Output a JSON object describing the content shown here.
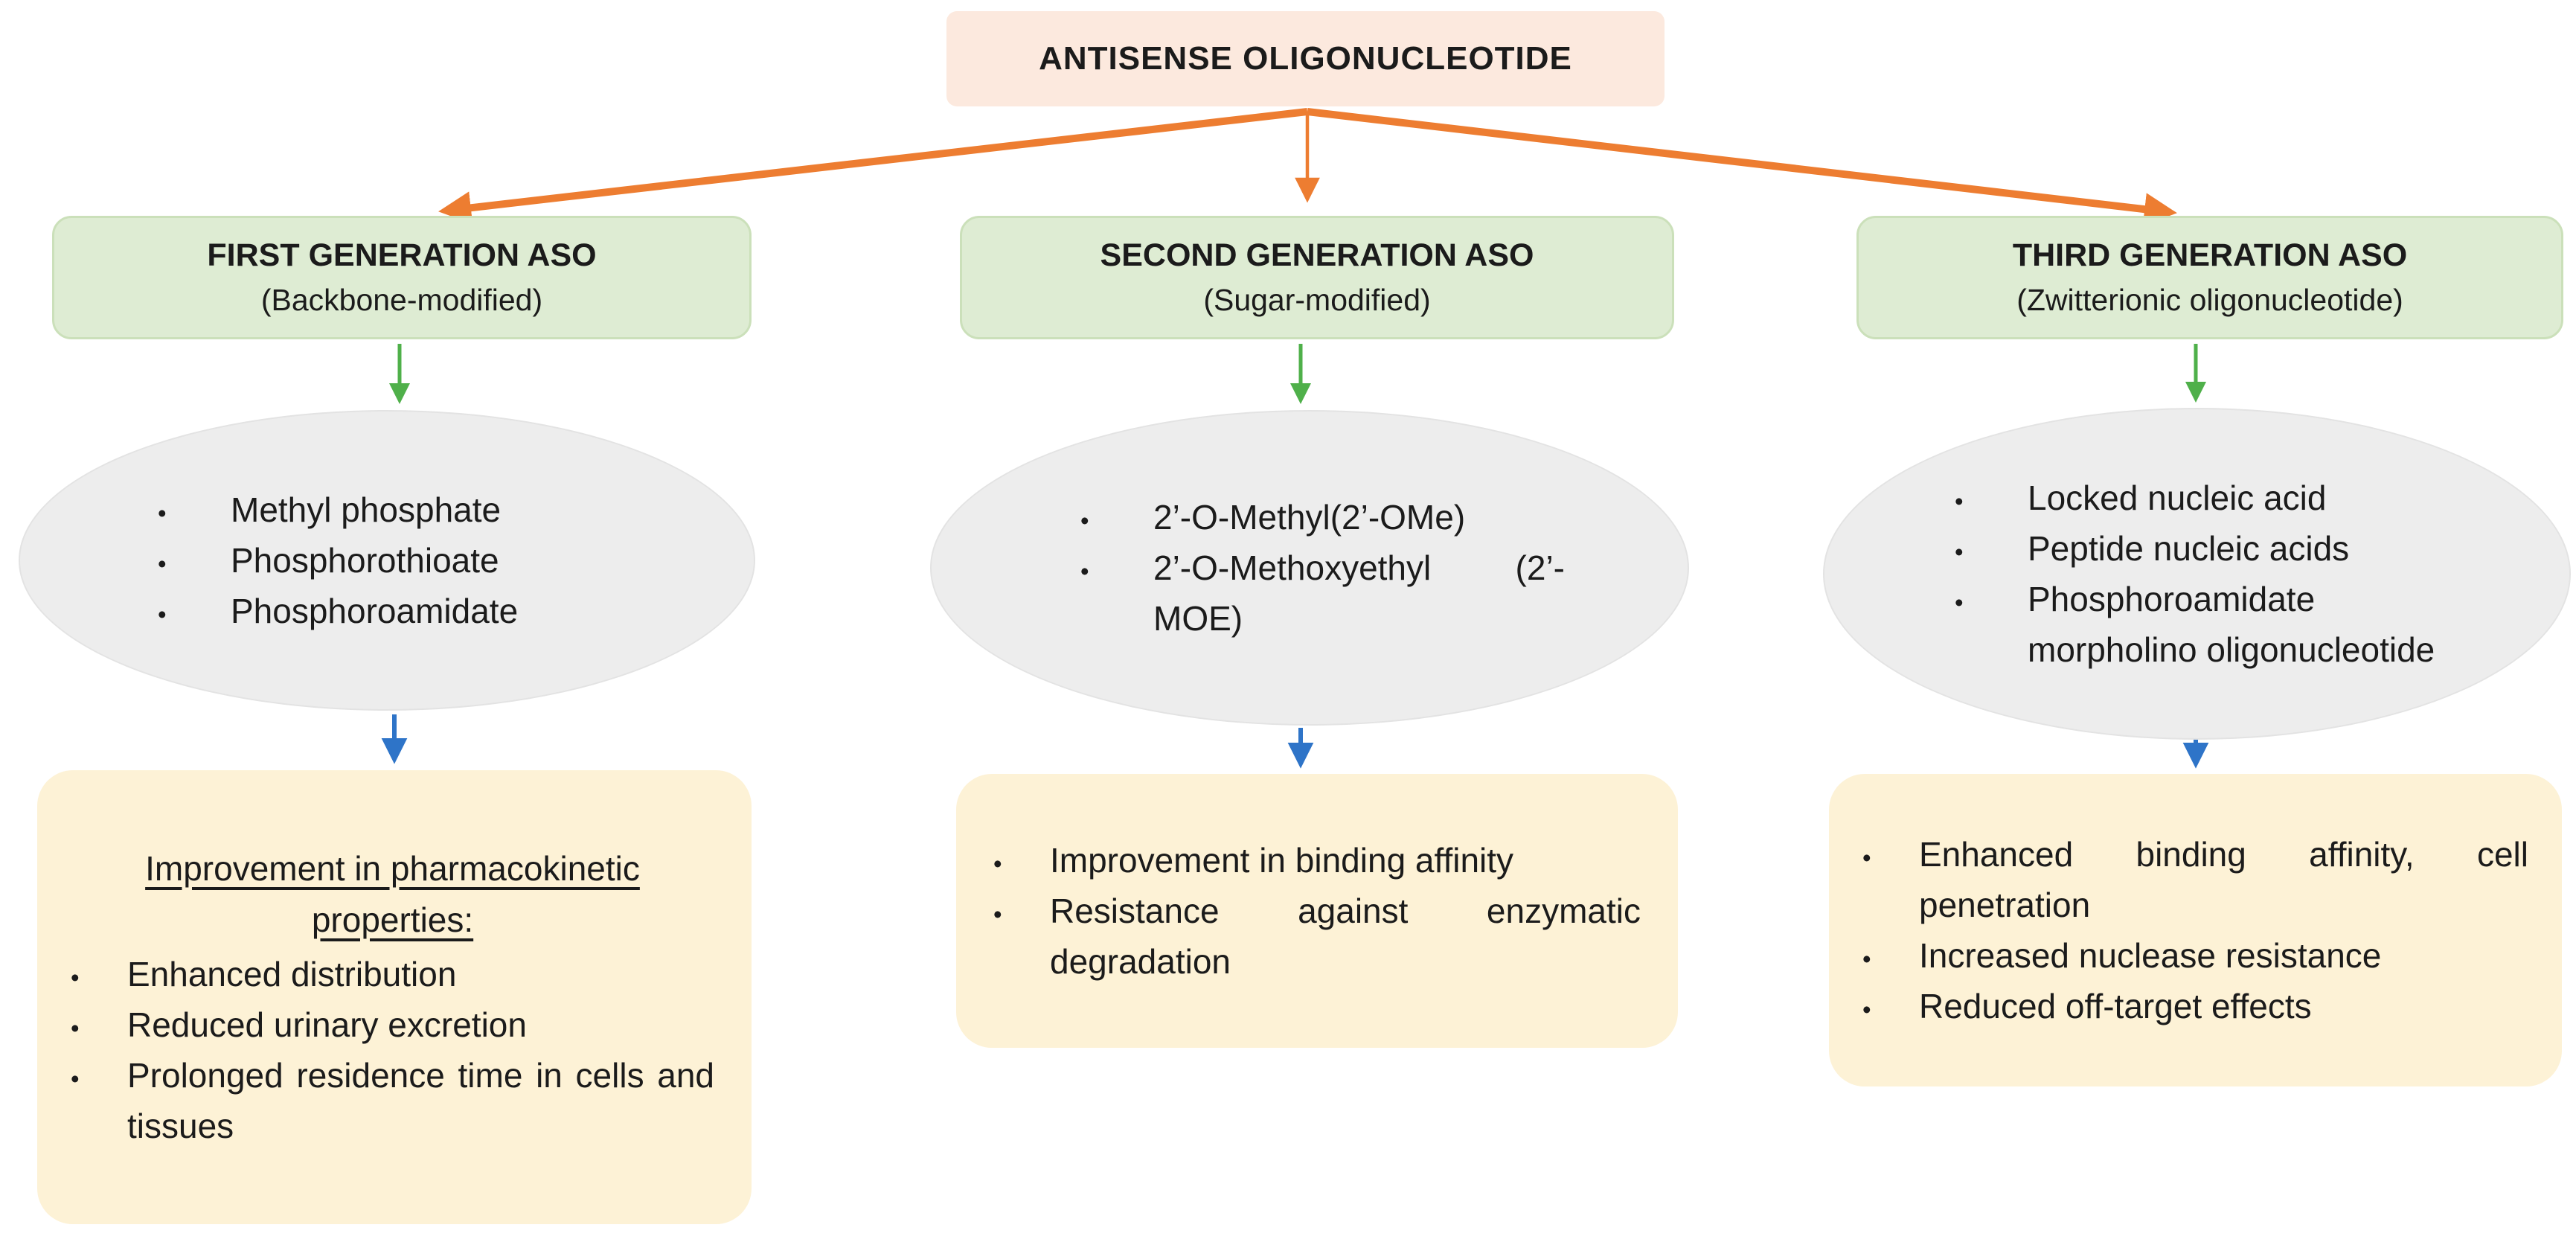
{
  "title": "ANTISENSE OLIGONUCLEOTIDE",
  "bullet_char": "•",
  "columns": [
    {
      "header": "FIRST GENERATION ASO",
      "subheader": "(Backbone-modified)",
      "modifications": [
        "Methyl phosphate",
        "Phosphorothioate",
        "Phosphoroamidate"
      ],
      "outcome_heading": "Improvement in pharmacokinetic properties:",
      "outcomes": [
        "Enhanced distribution",
        "Reduced urinary excretion",
        "Prolonged residence time in cells and tissues"
      ]
    },
    {
      "header": "SECOND GENERATION ASO",
      "subheader": "(Sugar-modified)",
      "modifications": [
        "2’-O-Methyl(2’-OMe)",
        "2’-O-Methoxyethyl (2’-MOE)"
      ],
      "outcomes": [
        "Improvement in binding affinity",
        "Resistance against enzymatic degradation"
      ]
    },
    {
      "header": "THIRD GENERATION ASO",
      "subheader": "(Zwitterionic oligonucleotide)",
      "modifications": [
        "Locked nucleic acid",
        "Peptide nucleic acids",
        "Phosphoroamidate morpholino oligonucleotide"
      ],
      "outcomes": [
        "Enhanced binding affinity, cell penetration",
        "Increased nuclease resistance",
        "Reduced off-target effects"
      ]
    }
  ],
  "colors": {
    "arrow_orange": "#ED7D31",
    "arrow_green": "#4FB04A",
    "arrow_blue": "#2E74C8",
    "root_box_bg": "#FCE9DE",
    "generation_box_bg": "#DEECD3",
    "generation_box_border": "#CBE0BA",
    "ellipse_bg": "#EDEDED",
    "outcome_box_bg": "#FDF2D6"
  }
}
